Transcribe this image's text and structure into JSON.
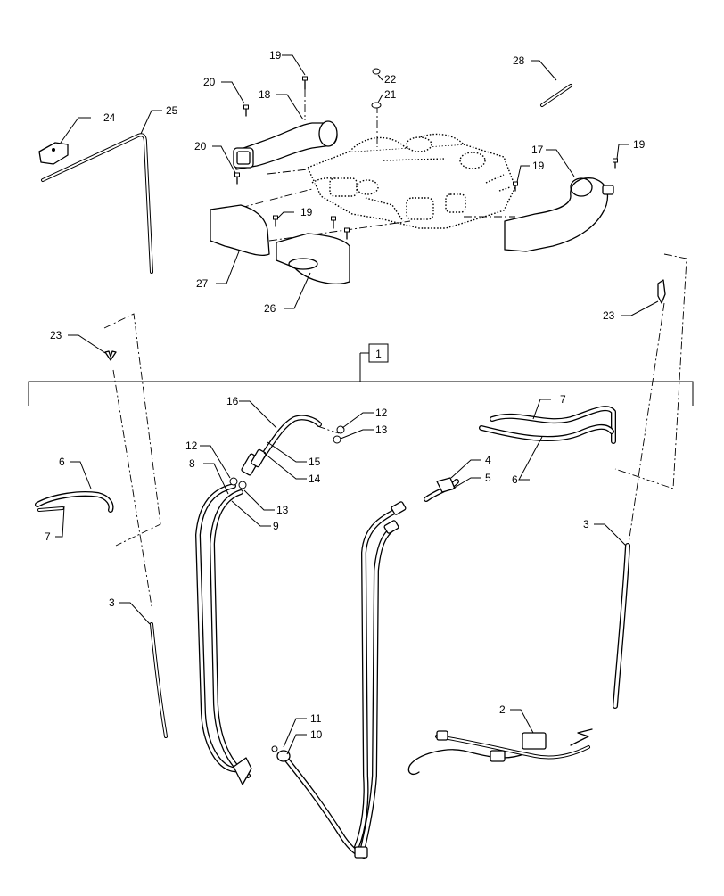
{
  "diagram": {
    "assembly_box_label": "1",
    "callouts": [
      {
        "id": "c19a",
        "text": "19"
      },
      {
        "id": "c22",
        "text": "22"
      },
      {
        "id": "c21",
        "text": "21"
      },
      {
        "id": "c28",
        "text": "28"
      },
      {
        "id": "c20a",
        "text": "20"
      },
      {
        "id": "c18",
        "text": "18"
      },
      {
        "id": "c24",
        "text": "24"
      },
      {
        "id": "c25",
        "text": "25"
      },
      {
        "id": "c20b",
        "text": "20"
      },
      {
        "id": "c17",
        "text": "17"
      },
      {
        "id": "c19b",
        "text": "19"
      },
      {
        "id": "c19c",
        "text": "19"
      },
      {
        "id": "c19d",
        "text": "19"
      },
      {
        "id": "c27",
        "text": "27"
      },
      {
        "id": "c26",
        "text": "26"
      },
      {
        "id": "c23a",
        "text": "23"
      },
      {
        "id": "c23b",
        "text": "23"
      },
      {
        "id": "c16",
        "text": "16"
      },
      {
        "id": "c12a",
        "text": "12"
      },
      {
        "id": "c13a",
        "text": "13"
      },
      {
        "id": "c7a",
        "text": "7"
      },
      {
        "id": "c12b",
        "text": "12"
      },
      {
        "id": "c15",
        "text": "15"
      },
      {
        "id": "c8",
        "text": "8"
      },
      {
        "id": "c14",
        "text": "14"
      },
      {
        "id": "c4",
        "text": "4"
      },
      {
        "id": "c5",
        "text": "5"
      },
      {
        "id": "c6a",
        "text": "6"
      },
      {
        "id": "c6b",
        "text": "6"
      },
      {
        "id": "c13b",
        "text": "13"
      },
      {
        "id": "c9",
        "text": "9"
      },
      {
        "id": "c7b",
        "text": "7"
      },
      {
        "id": "c3a",
        "text": "3"
      },
      {
        "id": "c3b",
        "text": "3"
      },
      {
        "id": "c2",
        "text": "2"
      },
      {
        "id": "c11",
        "text": "11"
      },
      {
        "id": "c10",
        "text": "10"
      }
    ]
  }
}
